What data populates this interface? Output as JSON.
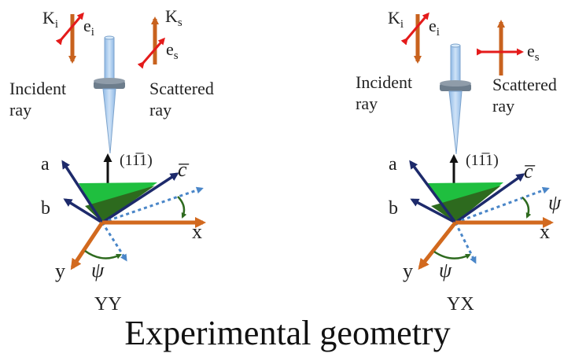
{
  "caption": "Experimental geometry",
  "colors": {
    "k_vector": "#c8621e",
    "polarization": "#e41b1b",
    "crystal_axis": "#1d2a6b",
    "lab_axis": "#d2691e",
    "projection": "#4a86c8",
    "plane_light": "#1fbf3f",
    "plane_dark": "#2d6a1e",
    "objective": "#a9cdf0",
    "objective_ring": "#6d7d8c"
  },
  "panels": [
    {
      "config": "YY",
      "ki_label": "K",
      "ki_sub": "i",
      "ei_label": "e",
      "ei_sub": "i",
      "ks_label": "K",
      "ks_sub": "s",
      "es_label": "e",
      "es_sub": "s",
      "incident_line1": "Incident",
      "incident_line2": "ray",
      "scattered_line1": "Scattered",
      "scattered_line2": "ray",
      "normal_label": "(11̅1)",
      "axis_a": "a",
      "axis_b": "b",
      "axis_c": "c̅",
      "axis_x": "x",
      "axis_y": "y",
      "angle": "ψ"
    },
    {
      "config": "YX",
      "ki_label": "K",
      "ki_sub": "i",
      "ei_label": "e",
      "ei_sub": "i",
      "es_label": "e",
      "es_sub": "s",
      "incident_line1": "Incident",
      "incident_line2": "ray",
      "scattered_line1": "Scattered",
      "scattered_line2": "ray",
      "normal_label": "(11̅1)",
      "axis_a": "a",
      "axis_b": "b",
      "axis_c": "c̅",
      "axis_x": "x",
      "axis_y": "y",
      "angle": "ψ"
    }
  ]
}
